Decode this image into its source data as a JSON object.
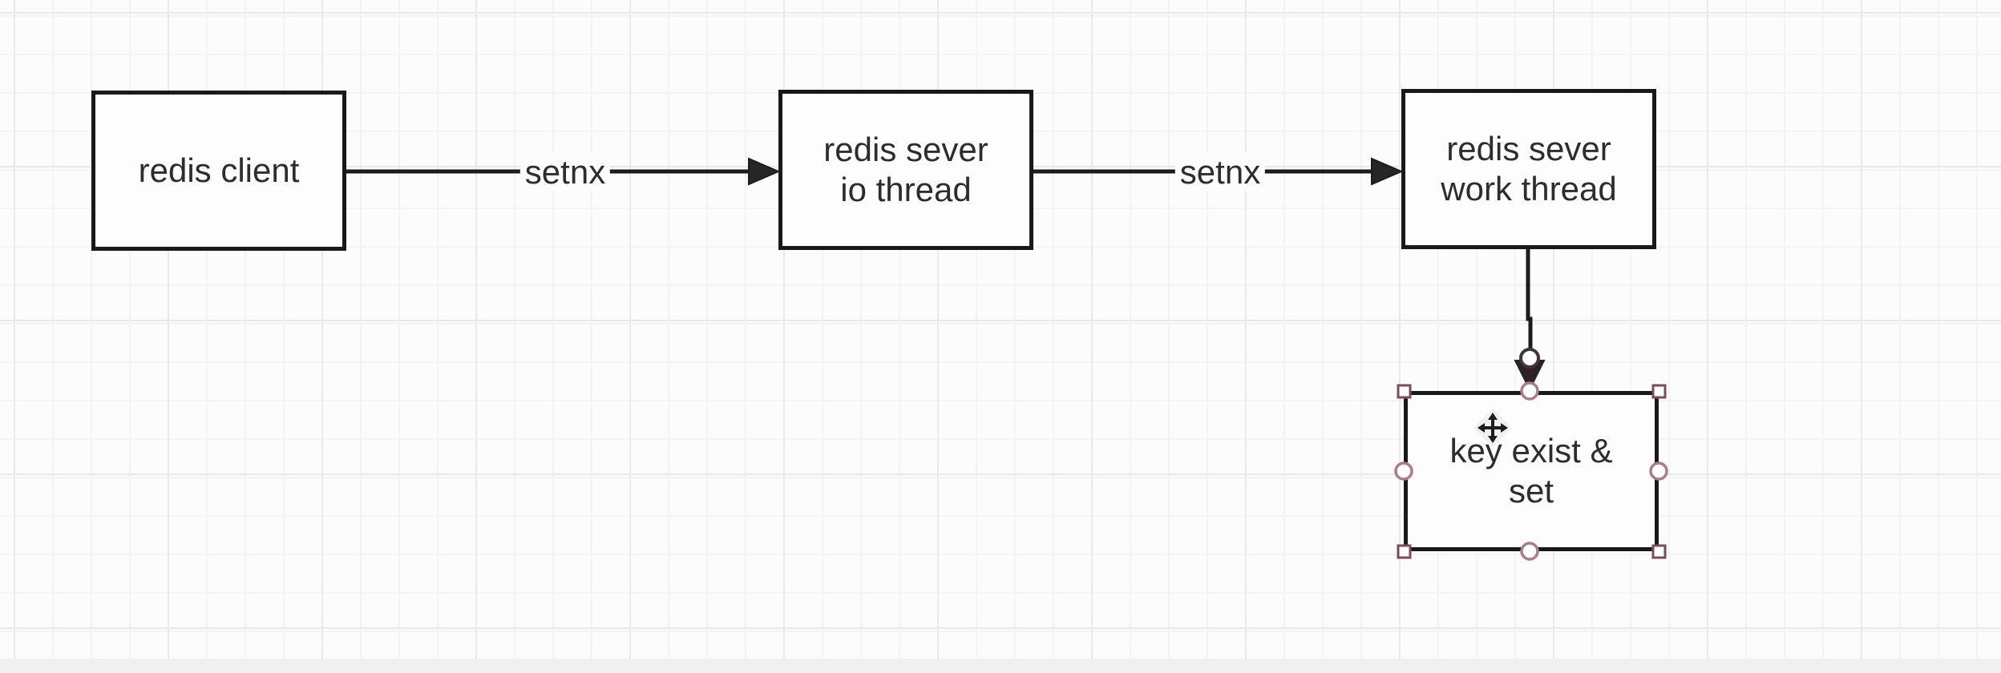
{
  "app": {
    "view": "diagram-editor-canvas"
  },
  "diagram": {
    "nodes": [
      {
        "id": "redis-client",
        "label": "redis client",
        "selected": false
      },
      {
        "id": "redis-server-io-thread",
        "label": "redis sever\nio thread",
        "selected": false
      },
      {
        "id": "redis-server-work-thread",
        "label": "redis sever\nwork thread",
        "selected": false
      },
      {
        "id": "key-exist-and-set",
        "label": "key exist &\nset",
        "selected": true
      }
    ],
    "edges": [
      {
        "from": "redis-client",
        "to": "redis-server-io-thread",
        "label": "setnx",
        "direction": "right"
      },
      {
        "from": "redis-server-io-thread",
        "to": "redis-server-work-thread",
        "label": "setnx",
        "direction": "right"
      },
      {
        "from": "redis-server-work-thread",
        "to": "key-exist-and-set",
        "label": "",
        "direction": "down"
      }
    ],
    "selection": {
      "selected_node": "key-exist-and-set",
      "handle_shapes": [
        "corner-square",
        "midpoint-circle"
      ],
      "cursor": "move-cursor"
    }
  },
  "colors": {
    "node_border": "#191919",
    "node_fill": "#fdfdfe",
    "edge_stroke": "#1c1c1c",
    "text": "#2d2d2d",
    "handle_square_outline": "#7a4e58",
    "handle_circle_outline": "#aa7d86",
    "handle_fill": "#ffffff",
    "canvas_background": "#fcfcfd",
    "grid_minor": "#f3f3f6",
    "grid_major": "#e9e9ec",
    "bottom_strip": "#f0f0f1"
  }
}
